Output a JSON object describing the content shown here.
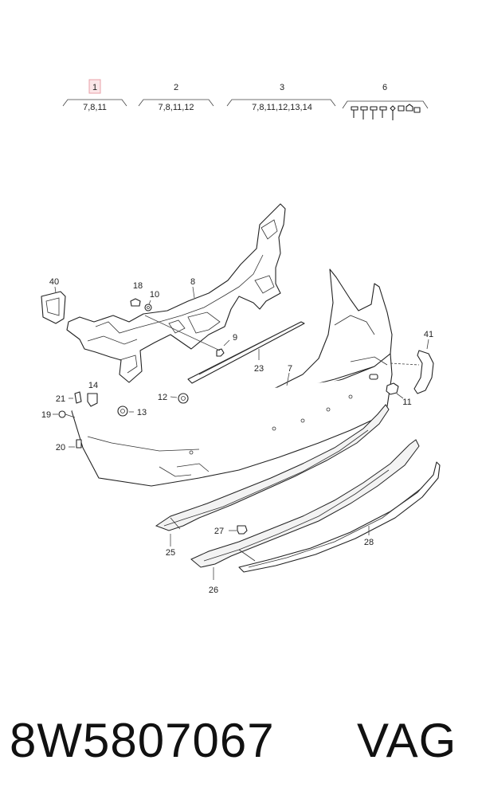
{
  "groups": [
    {
      "number": "1",
      "parts": "7,8,11"
    },
    {
      "number": "2",
      "parts": "7,8,11,12"
    },
    {
      "number": "3",
      "parts": "7,8,11,12,13,14"
    },
    {
      "number": "6",
      "parts": ""
    }
  ],
  "callouts": {
    "c40": "40",
    "c18": "18",
    "c10": "10",
    "c8": "8",
    "c9": "9",
    "c23": "23",
    "c7": "7",
    "c41": "41",
    "c11": "11",
    "c14": "14",
    "c21": "21",
    "c12": "12",
    "c19": "19",
    "c13": "13",
    "c20": "20",
    "c27": "27",
    "c25": "25",
    "c28": "28",
    "c26": "26"
  },
  "footer": {
    "part_number": "8W5807067",
    "brand": "VAG"
  },
  "colors": {
    "highlight_box": "#e8a0a8",
    "line": "#222222"
  }
}
